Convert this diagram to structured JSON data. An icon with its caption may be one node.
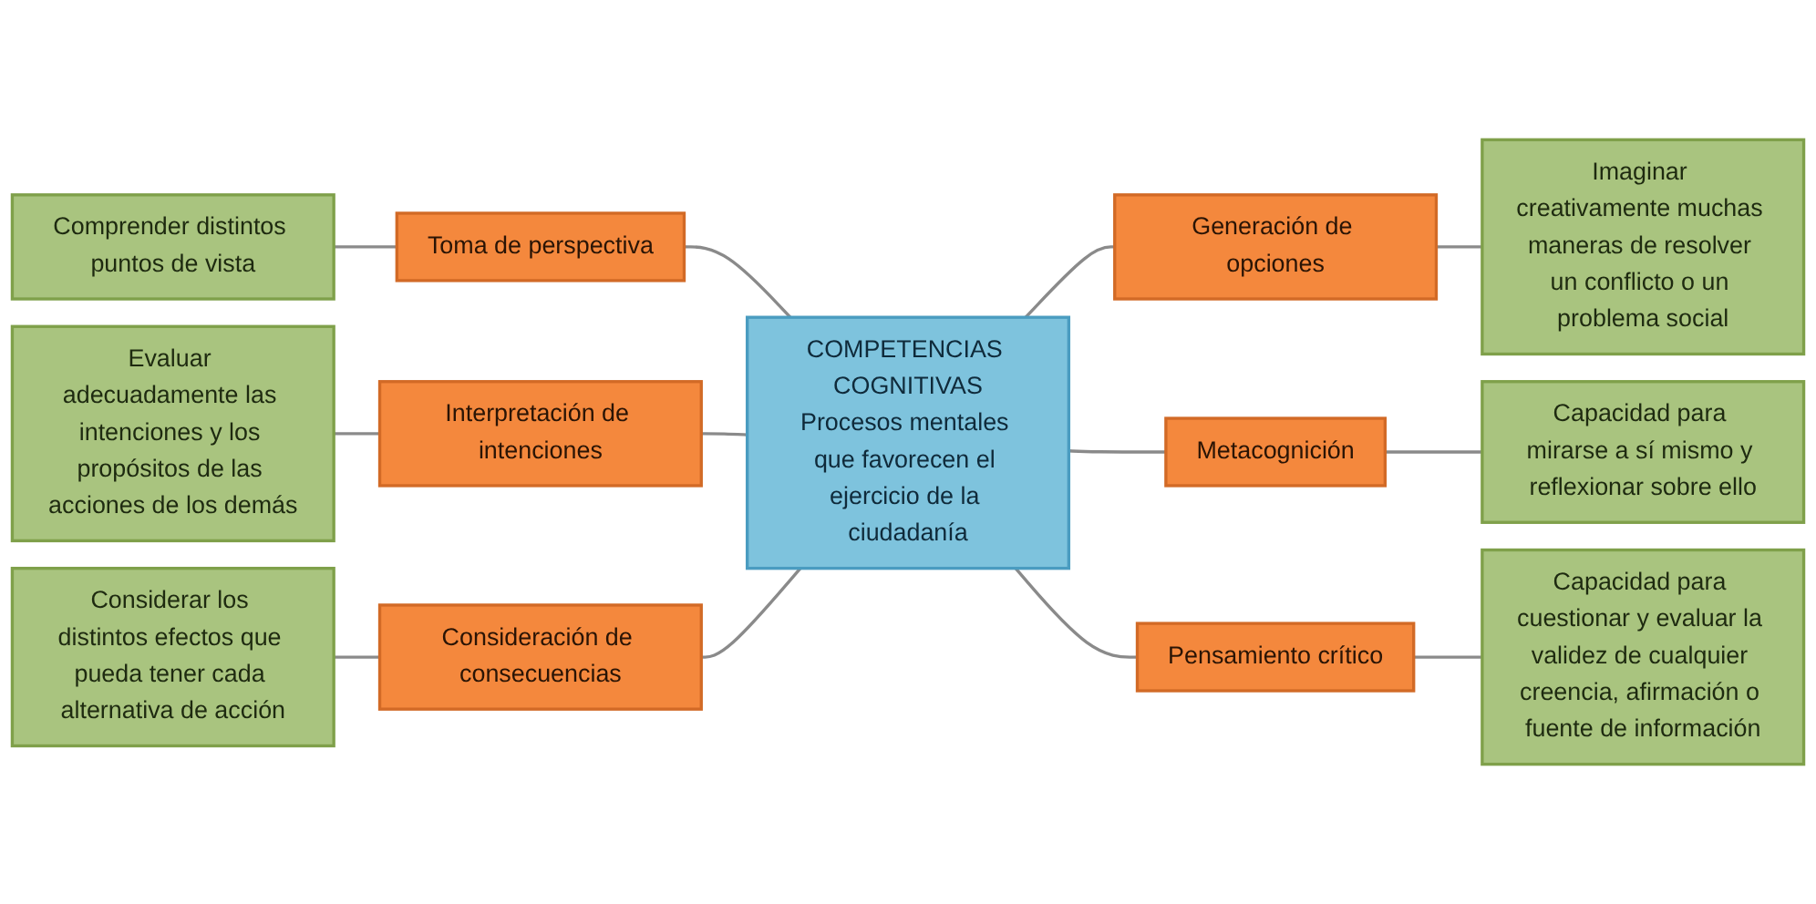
{
  "diagram": {
    "nodes": [
      {
        "text": [
          "Comprender distintos puntos de vista"
        ]
      },
      {
        "text": [
          "Evaluar adecuadamente las intenciones y los propósitos de las acciones de los demás"
        ]
      },
      {
        "text": [
          "Toma de perspectiva"
        ]
      },
      {
        "text": [
          "Interpretación de intenciones"
        ]
      },
      {
        "text": [
          "Considerar los distintos efectos que pueda tener cada alternativa de acción"
        ]
      },
      {
        "text": [
          "Consideración de consecuencias"
        ]
      },
      {
        "text": [
          "COMPETENCIAS COGNITIVAS",
          "Procesos mentales que favorecen el ejercicio de la ciudadanía"
        ]
      },
      {
        "text": [
          "Generación de opciones"
        ]
      },
      {
        "text": [
          "Imaginar creativamente muchas maneras de resolver un conflicto o un problema social"
        ]
      },
      {
        "text": [
          "Metacognición"
        ]
      },
      {
        "text": [
          "Pensamiento crítico"
        ]
      },
      {
        "text": [
          "Capacidad para mirarse a sí mismo y reflexionar sobre ello"
        ]
      },
      {
        "text": [
          "Capacidad para cuestionar y evaluar la validez de cualquier creencia, afirmación o fuente de información"
        ]
      }
    ],
    "edges": [
      {
        "from": 2,
        "to": 6,
        "arrow": "none"
      },
      {
        "from": 3,
        "to": 6,
        "arrow": "none"
      },
      {
        "from": 5,
        "to": 6,
        "arrow": "none"
      },
      {
        "from": 6,
        "to": 7,
        "arrow": "none"
      },
      {
        "from": 6,
        "to": 9,
        "arrow": "none"
      },
      {
        "from": 6,
        "to": 10,
        "arrow": "none"
      },
      {
        "from": 0,
        "to": 2,
        "arrow": "none"
      },
      {
        "from": 1,
        "to": 3,
        "arrow": "none"
      },
      {
        "from": 4,
        "to": 5,
        "arrow": "none"
      },
      {
        "from": 7,
        "to": 8,
        "arrow": "none"
      },
      {
        "from": 9,
        "to": 11,
        "arrow": "none"
      },
      {
        "from": 10,
        "to": 12,
        "arrow": "none"
      }
    ]
  }
}
